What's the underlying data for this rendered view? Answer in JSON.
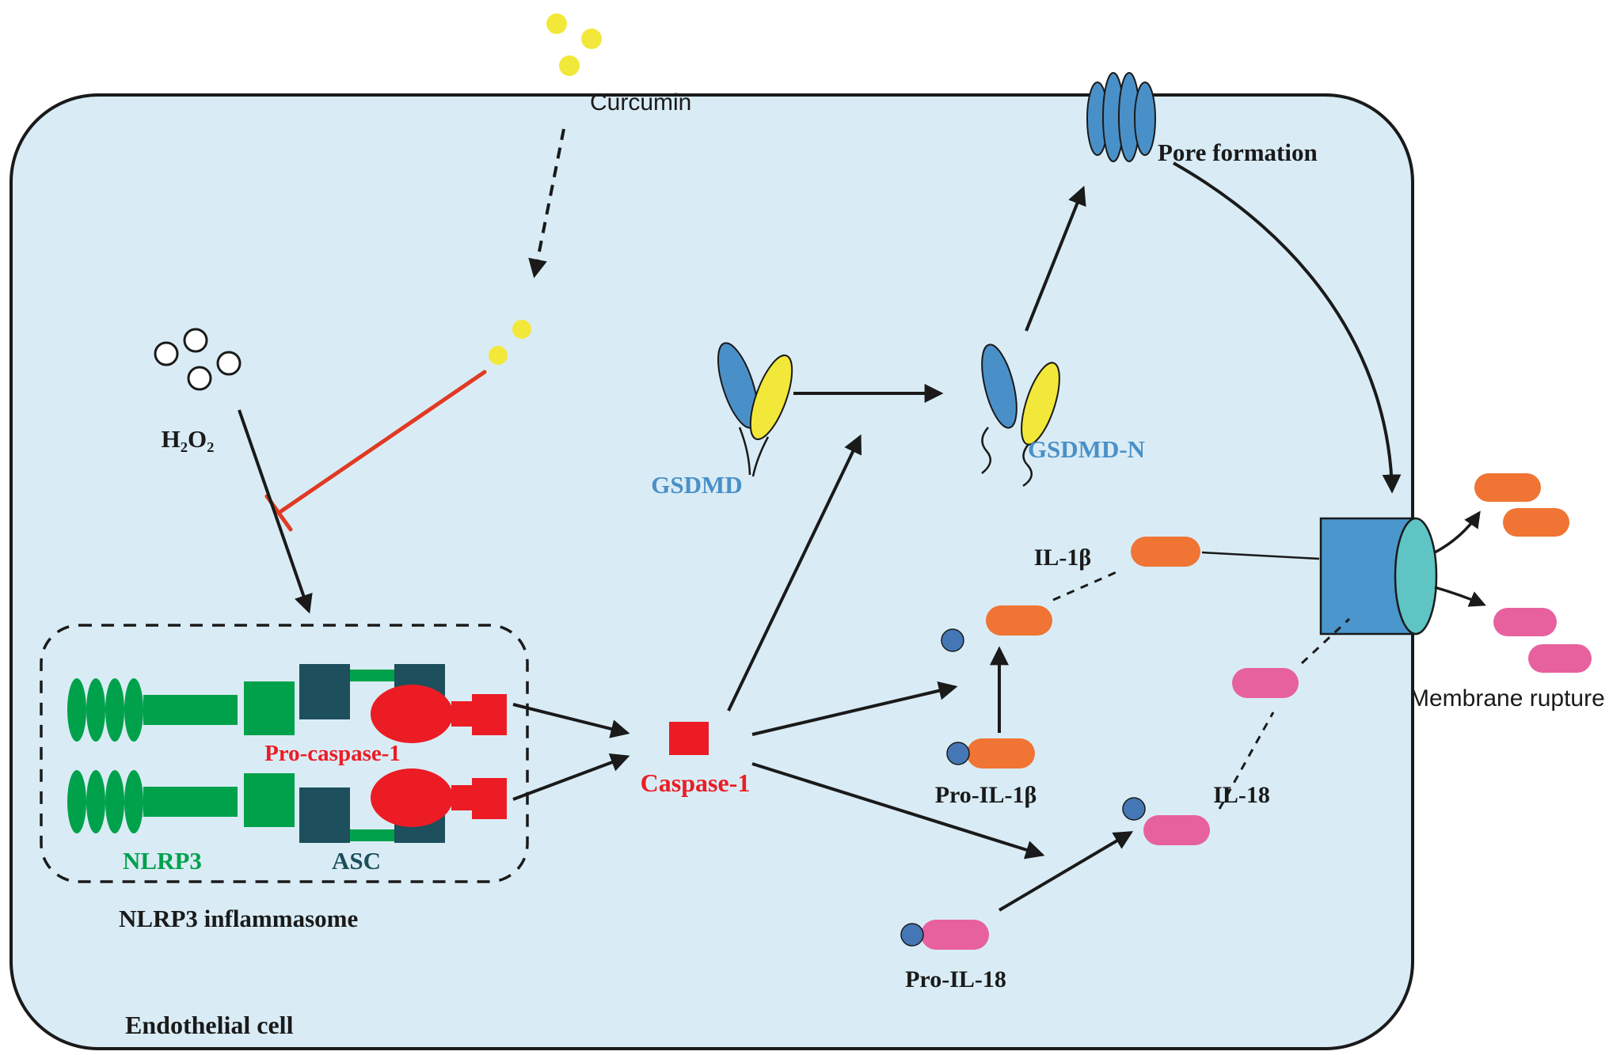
{
  "colors": {
    "cell_fill": "#d9ecf5",
    "membrane_stroke": "#1a1a1a",
    "green": "#00a14b",
    "teal": "#1d4f5c",
    "red": "#ec1c24",
    "blue": "#4a90c8",
    "yellow": "#f2e83a",
    "orange": "#f07433",
    "pink": "#e8619f",
    "dot_blue": "#4577b6",
    "channel_blue": "#4a96cc",
    "channel_teal": "#5ec4c4",
    "inhibit_red": "#e03a22"
  },
  "labels": {
    "curcumin": "Curcumin",
    "h2o2": "H₂O₂",
    "gsdmd": "GSDMD",
    "gsdmd_n": "GSDMD-N",
    "pore_formation": "Pore formation",
    "caspase1": "Caspase-1",
    "pro_caspase1": "Pro-caspase-1",
    "nlrp3": "NLRP3",
    "asc": "ASC",
    "nlrp3_inflammasome": "NLRP3 inflammasome",
    "il1b": "IL-1β",
    "pro_il1b": "Pro-IL-1β",
    "il18": "IL-18",
    "pro_il18": "Pro-IL-18",
    "membrane_rupture": "Membrane rupture",
    "endothelial_cell": "Endothelial cell"
  }
}
